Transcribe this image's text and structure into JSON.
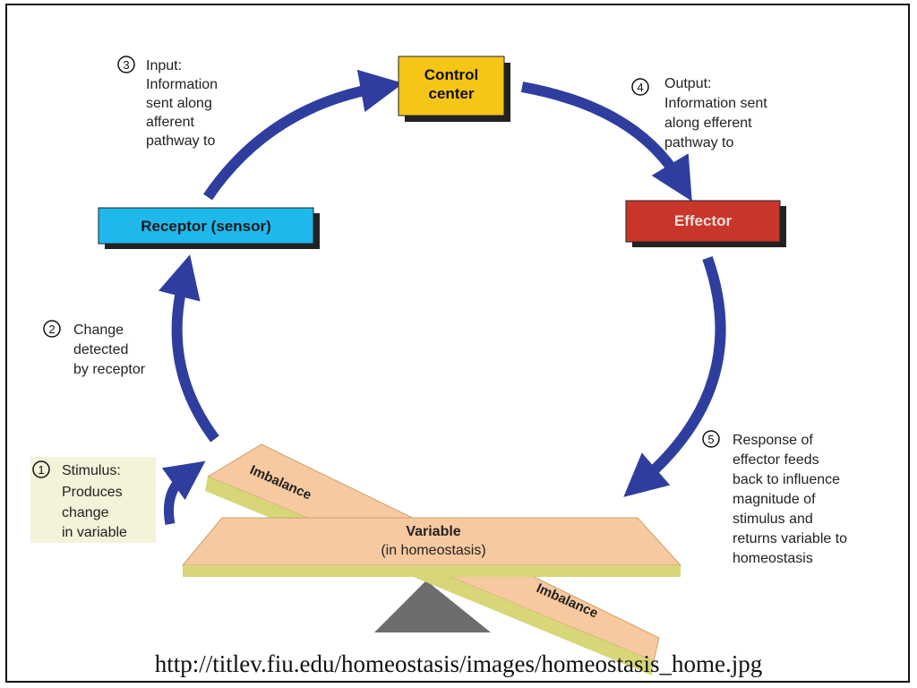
{
  "colors": {
    "arrow": "#2f3e9e",
    "control_center": "#f5c518",
    "receptor": "#1fb8ec",
    "effector": "#c8352b",
    "plank": "#f7c9a0",
    "plank_edge": "#d7d77a",
    "fulcrum": "#6d6d6d",
    "stimulus_bg": "#f3f3da"
  },
  "boxes": {
    "control_center": [
      "Control",
      "center"
    ],
    "receptor": "Receptor (sensor)",
    "effector": "Effector"
  },
  "steps": [
    {
      "number": "3",
      "lines": [
        "Input:",
        "Information",
        "sent along",
        "afferent",
        "pathway to"
      ]
    },
    {
      "number": "4",
      "lines": [
        "Output:",
        "Information sent",
        "along efferent",
        "pathway to"
      ]
    },
    {
      "number": "2",
      "lines": [
        "Change",
        "detected",
        "by receptor"
      ]
    },
    {
      "number": "1",
      "lines": [
        "Stimulus:",
        "Produces",
        "change",
        "in variable"
      ]
    },
    {
      "number": "5",
      "lines": [
        "Response of",
        "effector feeds",
        "back to influence",
        "magnitude of",
        "stimulus and",
        "returns variable to",
        "homeostasis"
      ]
    }
  ],
  "balance": {
    "variable_title": "Variable",
    "variable_sub": "(in homeostasis)",
    "imbalance_top": "Imbalance",
    "imbalance_bottom": "Imbalance"
  },
  "source_url": "http://titlev.fiu.edu/homeostasis/images/homeostasis_home.jpg"
}
